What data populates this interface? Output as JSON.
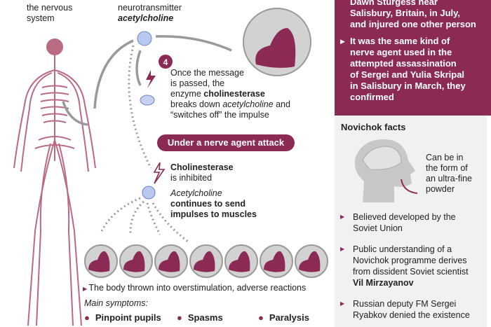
{
  "left_caption": {
    "line1": "the nervous",
    "line2": "system"
  },
  "neuro_caption": {
    "line1": "neurotransmitter",
    "line2": "acetylcholine"
  },
  "step4": {
    "number": "4",
    "l1": "Once the message",
    "l2": "is passed, the",
    "l3a": "enzyme ",
    "l3b": "cholinesterase",
    "l4a": "breaks down ",
    "l4b": "acetylcholine",
    "l4c": " and",
    "l5": "“switches off” the impulse"
  },
  "attack_label": "Under a nerve agent attack",
  "inhibited": {
    "l1": "Cholinesterase",
    "l2": "is inhibited"
  },
  "continues": {
    "l1": "Acetylcholine",
    "l2": "continues to send",
    "l3": "impulses to muscles"
  },
  "overstim": "The body thrown into overstimulation, adverse reactions",
  "symptoms_title": "Main symptoms:",
  "symptoms": [
    "Pinpoint pupils",
    "Spasms",
    "Paralysis"
  ],
  "right_panel": {
    "lines_top": [
      "Dawn Sturgess near",
      "Salisbury, Britain, in July,",
      "and injured one other person"
    ],
    "bullet2": [
      "It was the same kind of",
      "nerve agent used in the",
      "attempted assassination",
      "of Sergei and Yulia Skripal",
      "in Salisbury in March, they",
      "confirmed"
    ]
  },
  "facts": {
    "title": "Novichok facts",
    "powder": [
      "Can be in",
      "the form of",
      "an ultra-fine",
      "powder"
    ],
    "f1": [
      "Believed developed by the",
      "Soviet Union"
    ],
    "f2": [
      "Public understanding of a",
      "Novichok programme derives",
      "from dissident Soviet scientist"
    ],
    "f2_bold": "Vil Mirzayanov",
    "f3": [
      "Russian deputy FM Sergei",
      "Ryabkov denied the existence"
    ]
  },
  "colors": {
    "accent": "#8b2a55",
    "muscle_bg": "#d2d2d2",
    "panel_bg": "#f1f1f1",
    "arrow": "#9a9a9a"
  }
}
